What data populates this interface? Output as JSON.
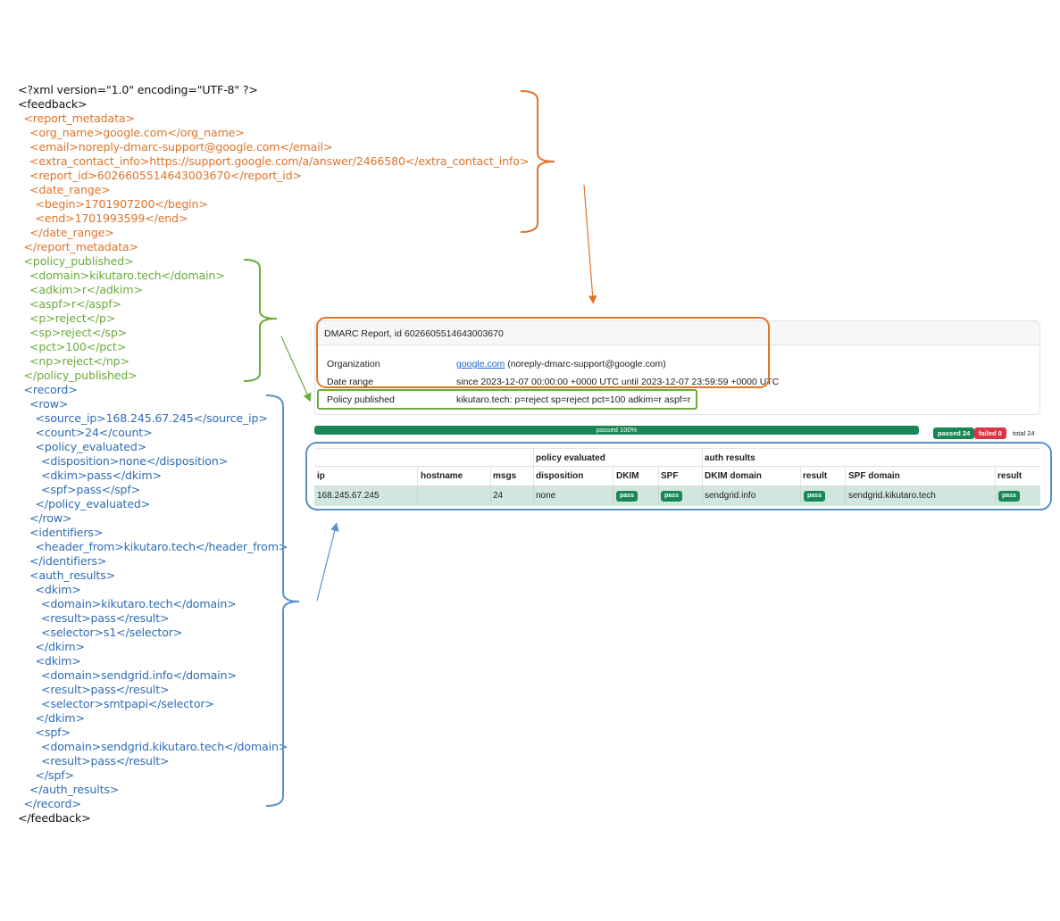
{
  "xml_listing": [
    {
      "text": "<?xml version=\"1.0\" encoding=\"UTF-8\" ?>",
      "indent": 0,
      "color": "black"
    },
    {
      "text": "<feedback>",
      "indent": 0,
      "color": "black"
    },
    {
      "text": "<report_metadata>",
      "indent": 1,
      "color": "orange"
    },
    {
      "text": "<org_name>google.com</org_name>",
      "indent": 2,
      "color": "orange"
    },
    {
      "text": "<email>noreply-dmarc-support@google.com</email>",
      "indent": 2,
      "color": "orange"
    },
    {
      "text": "<extra_contact_info>https://support.google.com/a/answer/2466580</extra_contact_info>",
      "indent": 2,
      "color": "orange"
    },
    {
      "text": "<report_id>6026605514643003670</report_id>",
      "indent": 2,
      "color": "orange"
    },
    {
      "text": "<date_range>",
      "indent": 2,
      "color": "orange"
    },
    {
      "text": "<begin>1701907200</begin>",
      "indent": 3,
      "color": "orange"
    },
    {
      "text": "<end>1701993599</end>",
      "indent": 3,
      "color": "orange"
    },
    {
      "text": "</date_range>",
      "indent": 2,
      "color": "orange"
    },
    {
      "text": "</report_metadata>",
      "indent": 1,
      "color": "orange"
    },
    {
      "text": "<policy_published>",
      "indent": 1,
      "color": "green"
    },
    {
      "text": "<domain>kikutaro.tech</domain>",
      "indent": 2,
      "color": "green"
    },
    {
      "text": "<adkim>r</adkim>",
      "indent": 2,
      "color": "green"
    },
    {
      "text": "<aspf>r</aspf>",
      "indent": 2,
      "color": "green"
    },
    {
      "text": "<p>reject</p>",
      "indent": 2,
      "color": "green"
    },
    {
      "text": "<sp>reject</sp>",
      "indent": 2,
      "color": "green"
    },
    {
      "text": "<pct>100</pct>",
      "indent": 2,
      "color": "green"
    },
    {
      "text": "<np>reject</np>",
      "indent": 2,
      "color": "green"
    },
    {
      "text": "</policy_published>",
      "indent": 1,
      "color": "green"
    },
    {
      "text": "<record>",
      "indent": 1,
      "color": "blue"
    },
    {
      "text": "<row>",
      "indent": 2,
      "color": "blue"
    },
    {
      "text": "<source_ip>168.245.67.245</source_ip>",
      "indent": 3,
      "color": "blue"
    },
    {
      "text": "<count>24</count>",
      "indent": 3,
      "color": "blue"
    },
    {
      "text": "<policy_evaluated>",
      "indent": 3,
      "color": "blue"
    },
    {
      "text": "<disposition>none</disposition>",
      "indent": 4,
      "color": "blue"
    },
    {
      "text": "<dkim>pass</dkim>",
      "indent": 4,
      "color": "blue"
    },
    {
      "text": "<spf>pass</spf>",
      "indent": 4,
      "color": "blue"
    },
    {
      "text": "</policy_evaluated>",
      "indent": 3,
      "color": "blue"
    },
    {
      "text": "</row>",
      "indent": 2,
      "color": "blue"
    },
    {
      "text": "<identifiers>",
      "indent": 2,
      "color": "blue"
    },
    {
      "text": "<header_from>kikutaro.tech</header_from>",
      "indent": 3,
      "color": "blue"
    },
    {
      "text": "</identifiers>",
      "indent": 2,
      "color": "blue"
    },
    {
      "text": "<auth_results>",
      "indent": 2,
      "color": "blue"
    },
    {
      "text": "<dkim>",
      "indent": 3,
      "color": "blue"
    },
    {
      "text": "<domain>kikutaro.tech</domain>",
      "indent": 4,
      "color": "blue"
    },
    {
      "text": "<result>pass</result>",
      "indent": 4,
      "color": "blue"
    },
    {
      "text": "<selector>s1</selector>",
      "indent": 4,
      "color": "blue"
    },
    {
      "text": "</dkim>",
      "indent": 3,
      "color": "blue"
    },
    {
      "text": "<dkim>",
      "indent": 3,
      "color": "blue"
    },
    {
      "text": "<domain>sendgrid.info</domain>",
      "indent": 4,
      "color": "blue"
    },
    {
      "text": "<result>pass</result>",
      "indent": 4,
      "color": "blue"
    },
    {
      "text": "<selector>smtpapi</selector>",
      "indent": 4,
      "color": "blue"
    },
    {
      "text": "</dkim>",
      "indent": 3,
      "color": "blue"
    },
    {
      "text": "<spf>",
      "indent": 3,
      "color": "blue"
    },
    {
      "text": "<domain>sendgrid.kikutaro.tech</domain>",
      "indent": 4,
      "color": "blue"
    },
    {
      "text": "<result>pass</result>",
      "indent": 4,
      "color": "blue"
    },
    {
      "text": "</spf>",
      "indent": 3,
      "color": "blue"
    },
    {
      "text": "</auth_results>",
      "indent": 2,
      "color": "blue"
    },
    {
      "text": "</record>",
      "indent": 1,
      "color": "blue"
    },
    {
      "text": "</feedback>",
      "indent": 0,
      "color": "black"
    }
  ],
  "colors": {
    "black": "#111111",
    "orange": "#e07428",
    "green": "#6aab3c",
    "blue": "#2f6cb5",
    "pass_green": "#198754",
    "fail_red": "#dc3545",
    "row_highlight": "#d1e7dd"
  },
  "report": {
    "title": "DMARC Report, id 6026605514643003670",
    "organization_label": "Organization",
    "organization_link": "google.com",
    "organization_email": " (noreply-dmarc-support@google.com)",
    "date_range_label": "Date range",
    "date_range_value": "since 2023-12-07 00:00:00 +0000 UTC until 2023-12-07 23:59:59 +0000 UTC",
    "policy_label": "Policy published",
    "policy_value": "kikutaro.tech: p=reject sp=reject pct=100 adkim=r aspf=r"
  },
  "summary": {
    "progress_label": "passed 100%",
    "passed_fraction": 1.0,
    "passed_badge": "passed 24",
    "failed_badge": "failed 0",
    "total_badge": "total 24"
  },
  "table": {
    "group_headers": {
      "policy_evaluated": "policy evaluated",
      "auth_results": "auth results"
    },
    "columns": [
      "ip",
      "hostname",
      "msgs",
      "disposition",
      "DKIM",
      "SPF",
      "DKIM domain",
      "result",
      "SPF domain",
      "result"
    ],
    "row": {
      "ip": "168.245.67.245",
      "hostname": "",
      "msgs": "24",
      "disposition": "none",
      "dkim": "pass",
      "spf": "pass",
      "dkim_domain": "sendgrid.info",
      "dkim_result": "pass",
      "spf_domain": "sendgrid.kikutaro.tech",
      "spf_result": "pass"
    }
  }
}
